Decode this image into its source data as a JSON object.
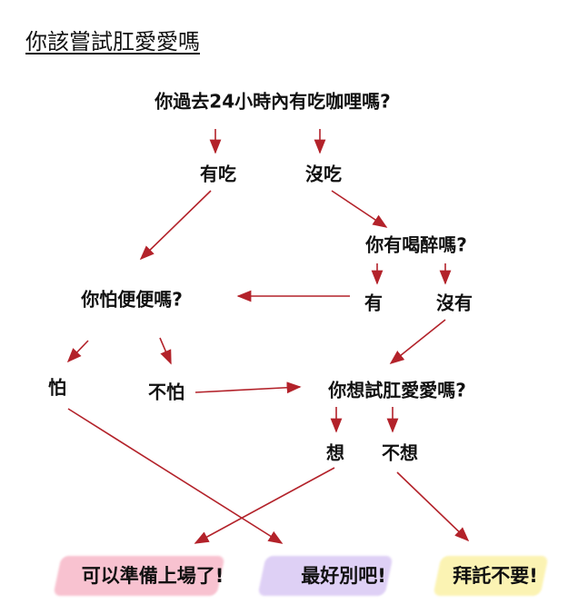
{
  "title": "你該嘗試肛愛愛嗎",
  "nodes": {
    "q1": "你過去24小時內有吃咖哩嗎?",
    "ate": "有吃",
    "not_ate": "沒吃",
    "q_drunk": "你有喝醉嗎?",
    "drunk_yes": "有",
    "drunk_no": "沒有",
    "q_afraid": "你怕便便嗎?",
    "afraid": "怕",
    "not_afraid": "不怕",
    "q_want": "你想試肛愛愛嗎?",
    "want": "想",
    "not_want": "不想"
  },
  "outcomes": {
    "go": "可以準備上場了!",
    "better_not": "最好別吧!",
    "please_no": "拜託不要!"
  },
  "colors": {
    "arrow": "#b3222a",
    "pink": "#f7b8c8",
    "purple": "#d9c8f4",
    "yellow": "#fbf1a6"
  }
}
